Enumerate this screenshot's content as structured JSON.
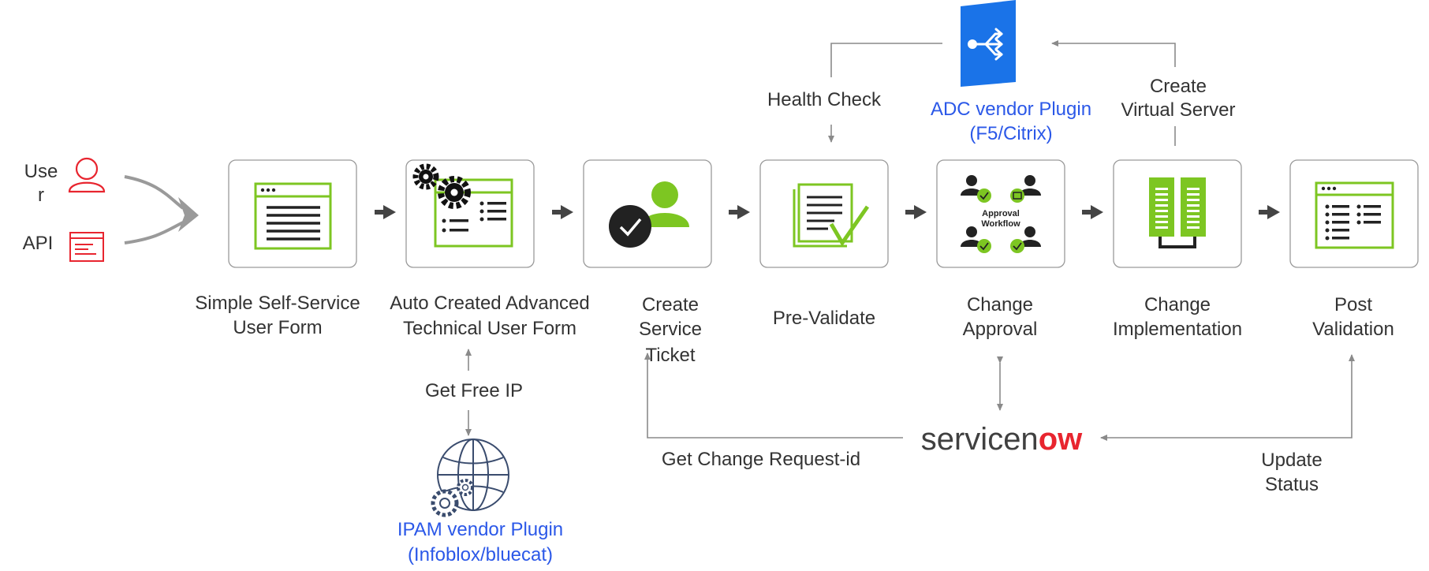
{
  "inputs": {
    "user_label_line1": "Use",
    "user_label_line2": "r",
    "api_label": "API"
  },
  "steps": [
    {
      "line1": "Simple Self-Service",
      "line2": "User Form"
    },
    {
      "line1": "Auto Created Advanced",
      "line2": "Technical User Form"
    },
    {
      "line1": "Create",
      "line2": "Service",
      "line3": "Ticket"
    },
    {
      "line1": "Pre-Validate"
    },
    {
      "line1": "Change",
      "line2": "Approval"
    },
    {
      "line1": "Change",
      "line2": "Implementation"
    },
    {
      "line1": "Post",
      "line2": "Validation"
    }
  ],
  "approval_icon": {
    "line1": "Approval",
    "line2": "Workflow"
  },
  "adc_plugin": {
    "line1": "ADC vendor Plugin",
    "line2": "(F5/Citrix)"
  },
  "health_check": "Health Check",
  "create_virtual_server": {
    "line1": "Create",
    "line2": "Virtual Server"
  },
  "get_free_ip": "Get Free IP",
  "ipam_plugin": {
    "line1": "IPAM vendor Plugin",
    "line2": "(Infoblox/bluecat)"
  },
  "servicenow": {
    "part1": "servicen",
    "part2": "w"
  },
  "get_change_request": "Get Change Request-id",
  "update_status": {
    "line1": "Update",
    "line2": "Status"
  },
  "colors": {
    "green": "#7dc622",
    "red": "#e8252f",
    "blue": "#2b58e8",
    "arrow": "#8a8a8a"
  }
}
